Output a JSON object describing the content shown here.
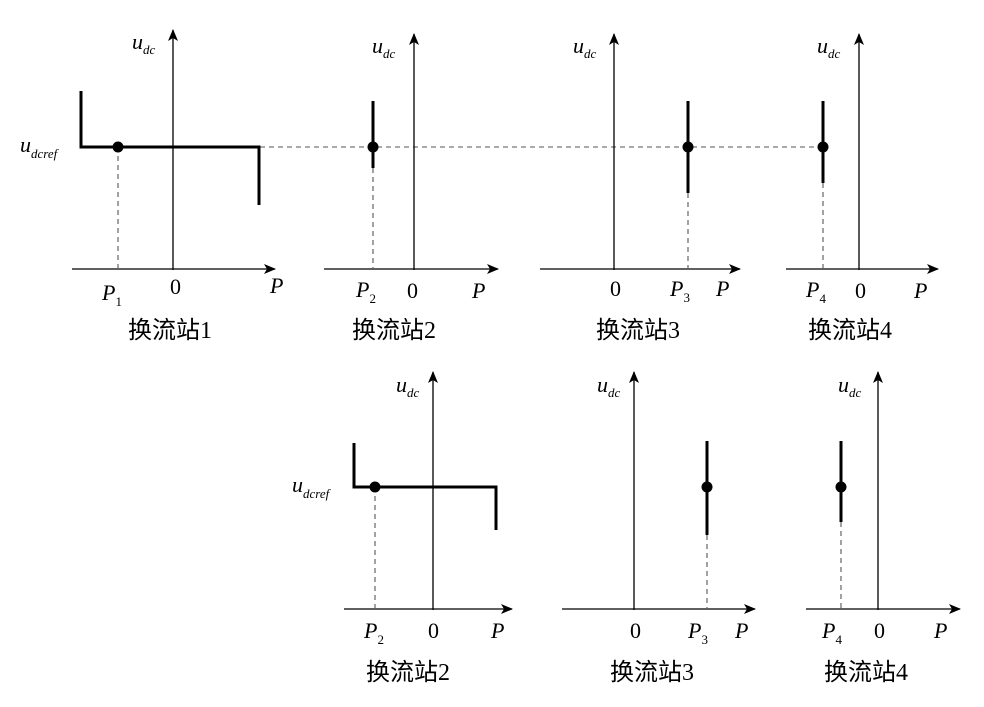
{
  "labels": {
    "ylabel_main": "u",
    "ylabel_sub": "dc",
    "xlabel": "P",
    "zero": "0",
    "ref_main": "u",
    "ref_sub": "dcref",
    "p_main": "P"
  },
  "top_row": [
    {
      "caption": "换流站1",
      "p_sub": "1"
    },
    {
      "caption": "换流站2",
      "p_sub": "2"
    },
    {
      "caption": "换流站3",
      "p_sub": "3"
    },
    {
      "caption": "换流站4",
      "p_sub": "4"
    }
  ],
  "bottom_row": [
    {
      "caption": "换流站2",
      "p_sub": "2"
    },
    {
      "caption": "换流站3",
      "p_sub": "3"
    },
    {
      "caption": "换流站4",
      "p_sub": "4"
    }
  ]
}
